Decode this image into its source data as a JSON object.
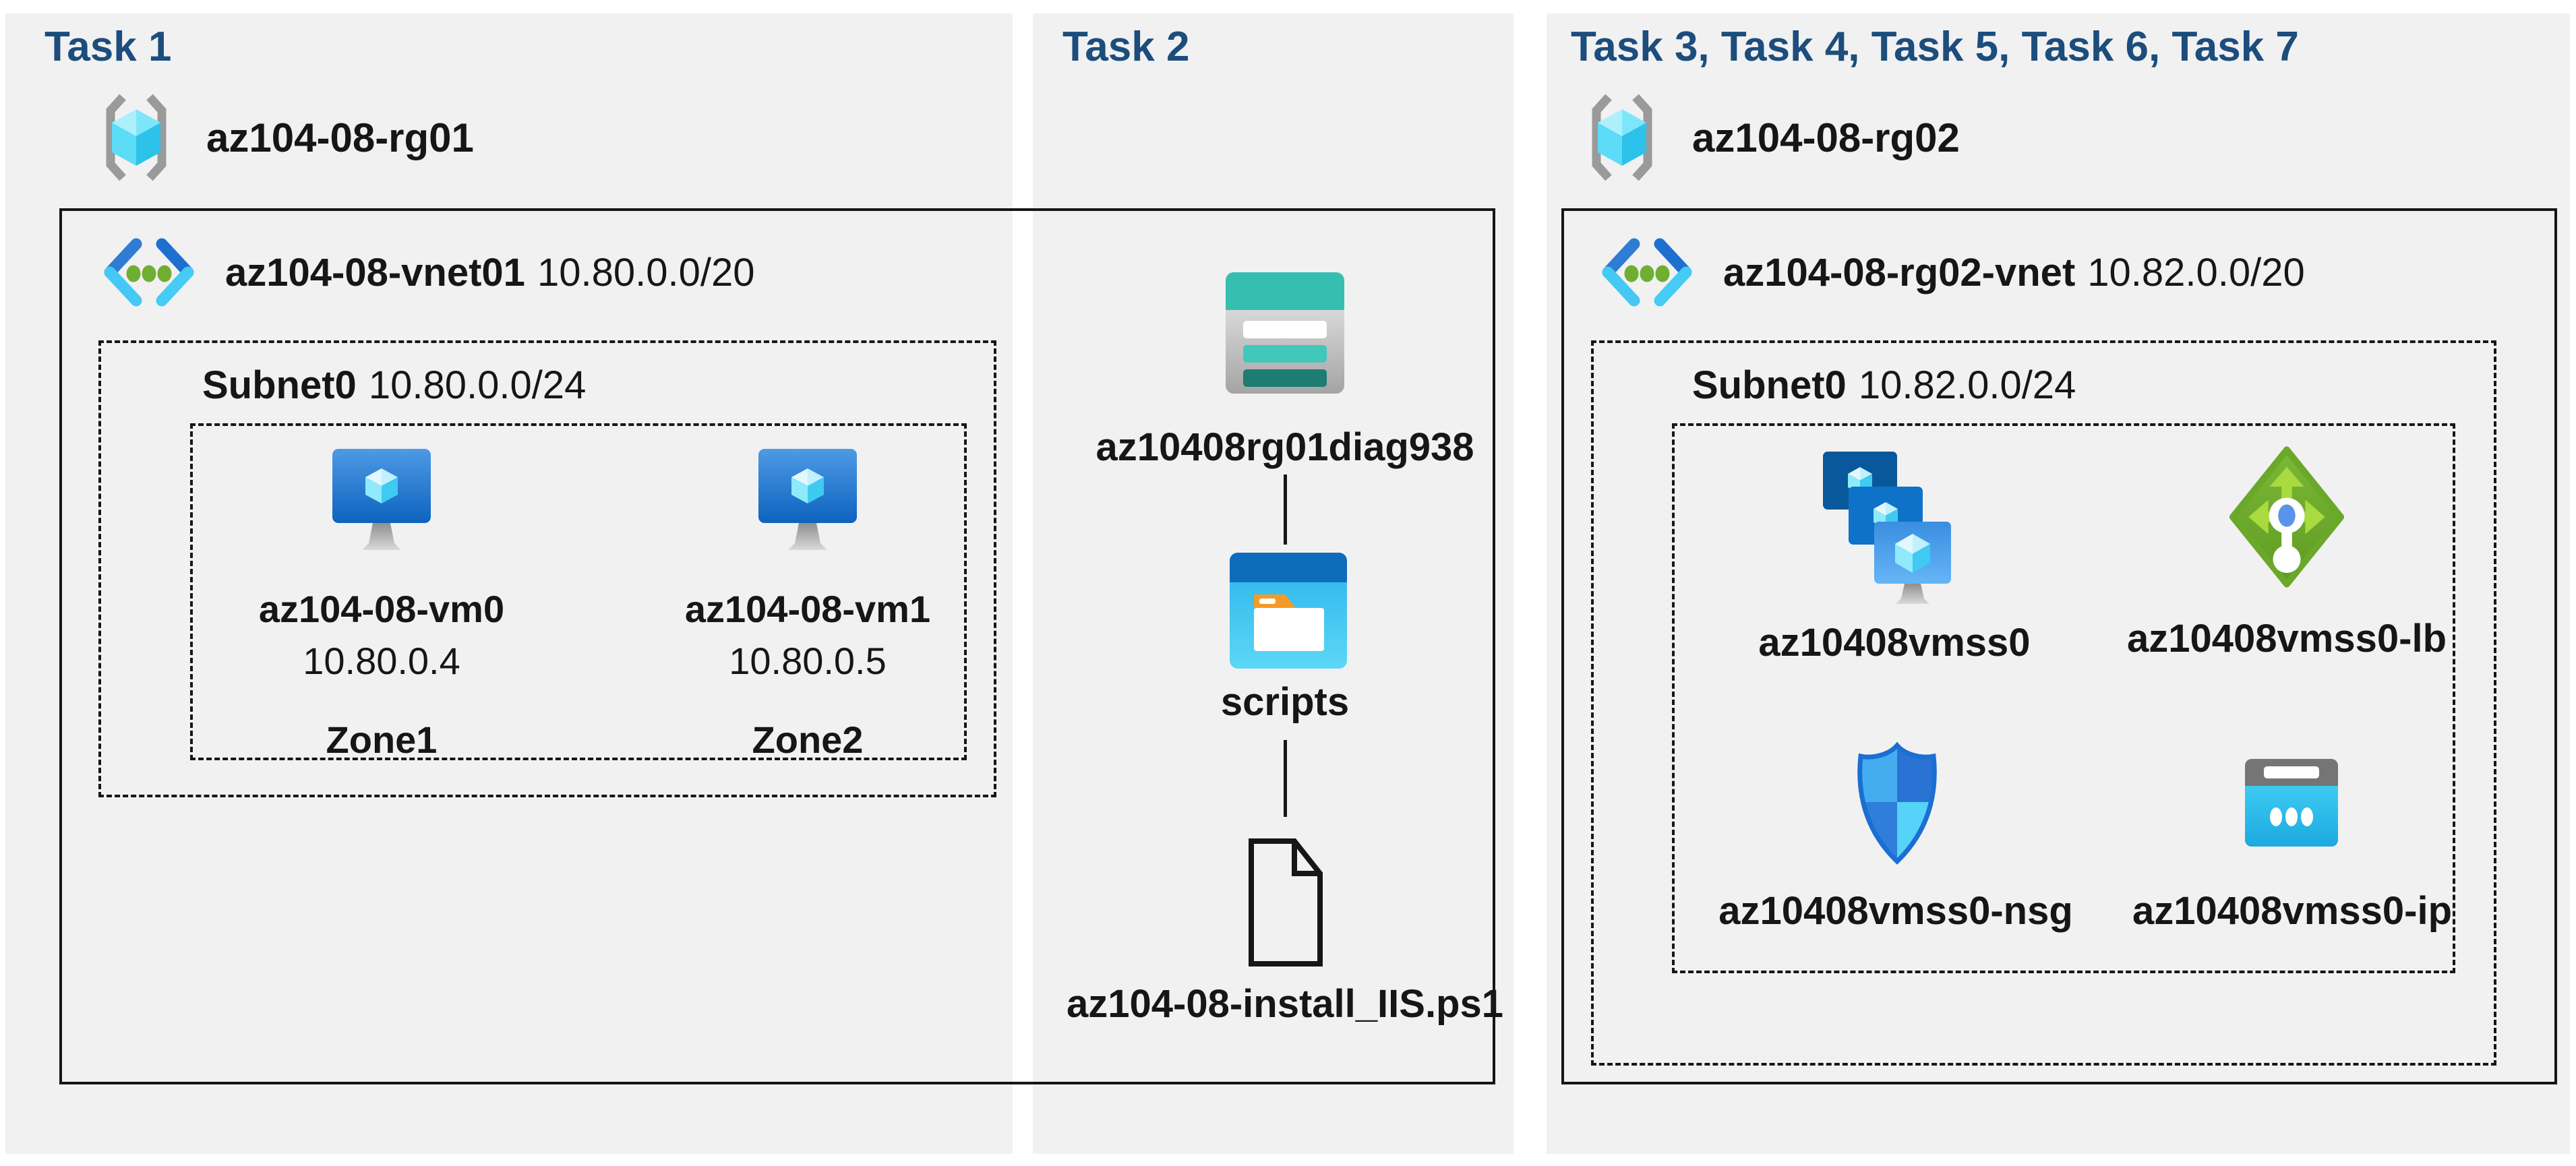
{
  "colors": {
    "title_navy": "#1c4d7c",
    "panel_bg": "#f1f1f2",
    "outline_black": "#161616",
    "vm_blue": "#0d63be",
    "cube_cyan": "#7de6fa",
    "storage_teal": "#36bfb1",
    "storage_teal_dark": "#1e7d72",
    "folder_blue": "#0f6cbd",
    "folder_tab_orange": "#f49b26",
    "lb_green": "#6fae2c",
    "lb_arrow_green": "#a9da3f",
    "nsg_blue": "#2a72d3",
    "nsg_cyan": "#55d3f8",
    "ip_cyan": "#2bc0ee",
    "ip_gray": "#757575",
    "bracket_gray": "#9a9a9a",
    "vnet_dot_green": "#6fae33"
  },
  "panels": {
    "task1": {
      "title": "Task 1",
      "resource_group": {
        "name": "az104-08-rg01"
      },
      "vnet": {
        "name": "az104-08-vnet01",
        "cidr": "10.80.0.0/20"
      },
      "subnet": {
        "name": "Subnet0",
        "cidr": "10.80.0.0/24"
      },
      "vms": [
        {
          "name": "az104-08-vm0",
          "ip": "10.80.0.4",
          "zone": "Zone1"
        },
        {
          "name": "az104-08-vm1",
          "ip": "10.80.0.5",
          "zone": "Zone2"
        }
      ]
    },
    "task2": {
      "title": "Task 2",
      "storage_account": "az10408rg01diag938",
      "folder": "scripts",
      "script_file": "az104-08-install_IIS.ps1"
    },
    "task3": {
      "title": "Task 3, Task 4, Task 5, Task 6, Task 7",
      "resource_group": {
        "name": "az104-08-rg02"
      },
      "vnet": {
        "name": "az104-08-rg02-vnet",
        "cidr": "10.82.0.0/20"
      },
      "subnet": {
        "name": "Subnet0",
        "cidr": "10.82.0.0/24"
      },
      "resources": [
        {
          "name": "az10408vmss0",
          "type": "virtual-machine-scale-set"
        },
        {
          "name": "az10408vmss0-lb",
          "type": "load-balancer"
        },
        {
          "name": "az10408vmss0-nsg",
          "type": "network-security-group"
        },
        {
          "name": "az10408vmss0-ip",
          "type": "public-ip-address"
        }
      ]
    }
  }
}
